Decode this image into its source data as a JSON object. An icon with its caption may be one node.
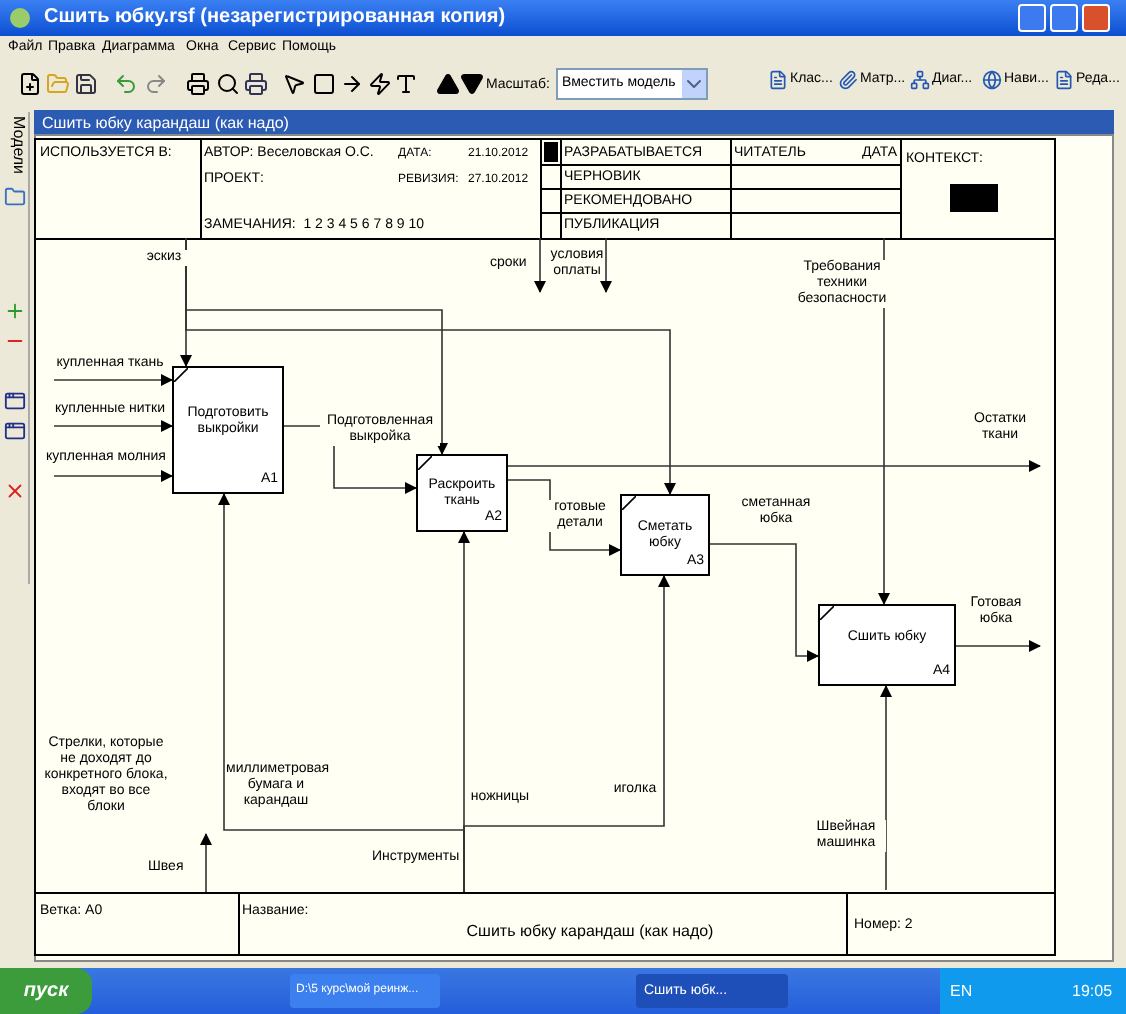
{
  "diagram": {
    "nodes": [
      {
        "text": [
          "Подготовить выкройки",
          "A1"
        ]
      },
      {
        "text": [
          "Раскроить ткань",
          "A2"
        ]
      },
      {
        "text": [
          "Сметать юбку",
          "A3"
        ]
      },
      {
        "text": [
          "Сшить юбку",
          "A4"
        ]
      }
    ],
    "edges": [
      {
        "from": null,
        "to": 0,
        "arrow": "to",
        "label": "эскиз"
      },
      {
        "from": null,
        "to": 1,
        "arrow": "to"
      },
      {
        "from": null,
        "to": 2,
        "arrow": "to"
      },
      {
        "from": null,
        "to": 0,
        "arrow": "to",
        "label": "купленная ткань"
      },
      {
        "from": null,
        "to": 0,
        "arrow": "to",
        "label": "купленные нитки"
      },
      {
        "from": null,
        "to": 0,
        "arrow": "to",
        "label": "купленная молния"
      },
      {
        "from": 0,
        "to": 1,
        "arrow": "to",
        "label": "Подготовленная выкройка"
      },
      {
        "from": 1,
        "to": null,
        "arrow": "to",
        "label": "Остатки ткани"
      },
      {
        "from": 1,
        "to": 2,
        "arrow": "to",
        "label": "готовые детали"
      },
      {
        "from": 2,
        "to": 3,
        "arrow": "to",
        "label": "сметанная юбка"
      },
      {
        "from": 3,
        "to": null,
        "arrow": "to",
        "label": "Готовая юбка"
      },
      {
        "from": null,
        "to": 3,
        "arrow": "to",
        "label": "Требования техники безопасности"
      },
      {
        "from": null,
        "to": 3,
        "arrow": "to",
        "label": "Швейная машинка"
      },
      {
        "from": null,
        "to": 0,
        "arrow": "to",
        "label": "миллиметровая бумага и карандаш"
      },
      {
        "from": null,
        "to": 1,
        "arrow": "to",
        "label": "ножницы"
      },
      {
        "from": null,
        "to": 2,
        "arrow": "to",
        "label": "иголка"
      }
    ],
    "labels": [
      "Сшить юбку.rsf (незарегистрированная копия)",
      "Файл",
      "Правка",
      "Диаграмма",
      "Окна",
      "Сервис",
      "Помощь",
      "Масштаб:",
      "Вместить модель",
      "Клас...",
      "Матр...",
      "Диаг...",
      "Нави...",
      "Реда...",
      "Модели",
      "Сшить юбку карандаш (как надо)",
      "ИСПОЛЬЗУЕТСЯ В:",
      "АВТОР: Веселовская О.С.",
      "ДАТА:",
      "21.10.2012",
      "РАЗРАБАТЫВАЕТСЯ",
      "ЧИТАТЕЛЬ",
      "ДАТА",
      "КОНТЕКСТ:",
      "ПРОЕКТ:",
      "РЕВИЗИЯ:",
      "27.10.2012",
      "ЧЕРНОВИК",
      "РЕКОМЕНДОВАНО",
      "ЗАМЕЧАНИЯ:  1 2 3 4 5 6 7 8 9 10",
      "ПУБЛИКАЦИЯ",
      "сроки",
      "условия оплаты",
      "Стрелки, которые не доходят до конкретного блока, входят во все блоки",
      "Швея",
      "Инструменты",
      "Ветка: A0",
      "Название:",
      "Сшить юбку карандаш (как надо)",
      "Номер: 2",
      "пуск",
      "D:\\5 курс\\мой реинж...",
      "Сшить юбк...",
      "EN",
      "19:05"
    ]
  }
}
